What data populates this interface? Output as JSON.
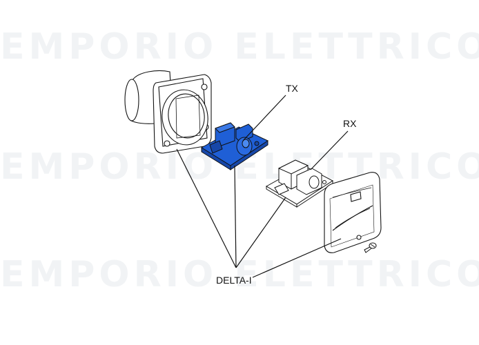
{
  "watermark": {
    "text": "EMPORIO ELETTRICO",
    "color": "#f1f3f5"
  },
  "labels": {
    "tx": "TX",
    "rx": "RX",
    "product": "DELTA-I"
  },
  "colors": {
    "pcb": "#1f5fd6",
    "pcb_dark": "#1747a8",
    "outline": "#111111"
  },
  "icons": {
    "housing": "flush-mount-housing-icon",
    "tx_board": "tx-circuit-board-icon",
    "rx_board": "rx-circuit-board-icon",
    "cover": "cover-plate-icon",
    "screw": "screw-icon"
  }
}
